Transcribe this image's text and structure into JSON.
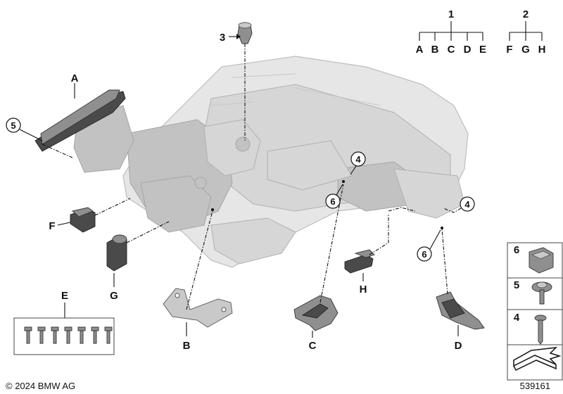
{
  "tree": {
    "group1": {
      "root": "1",
      "children": [
        "A",
        "B",
        "C",
        "D",
        "E"
      ]
    },
    "group2": {
      "root": "2",
      "children": [
        "F",
        "G",
        "H"
      ]
    }
  },
  "labels": {
    "A": "A",
    "B": "B",
    "C": "C",
    "D": "D",
    "E": "E",
    "F": "F",
    "G": "G",
    "H": "H",
    "n3": "3"
  },
  "callouts": {
    "c5": "5",
    "c4a": "4",
    "c6a": "6",
    "c4b": "4",
    "c6b": "6"
  },
  "legend": {
    "row6": "6",
    "row5": "5",
    "row4": "4"
  },
  "footer": {
    "copyright": "© 2024 BMW AG",
    "diagram_number": "539161"
  }
}
